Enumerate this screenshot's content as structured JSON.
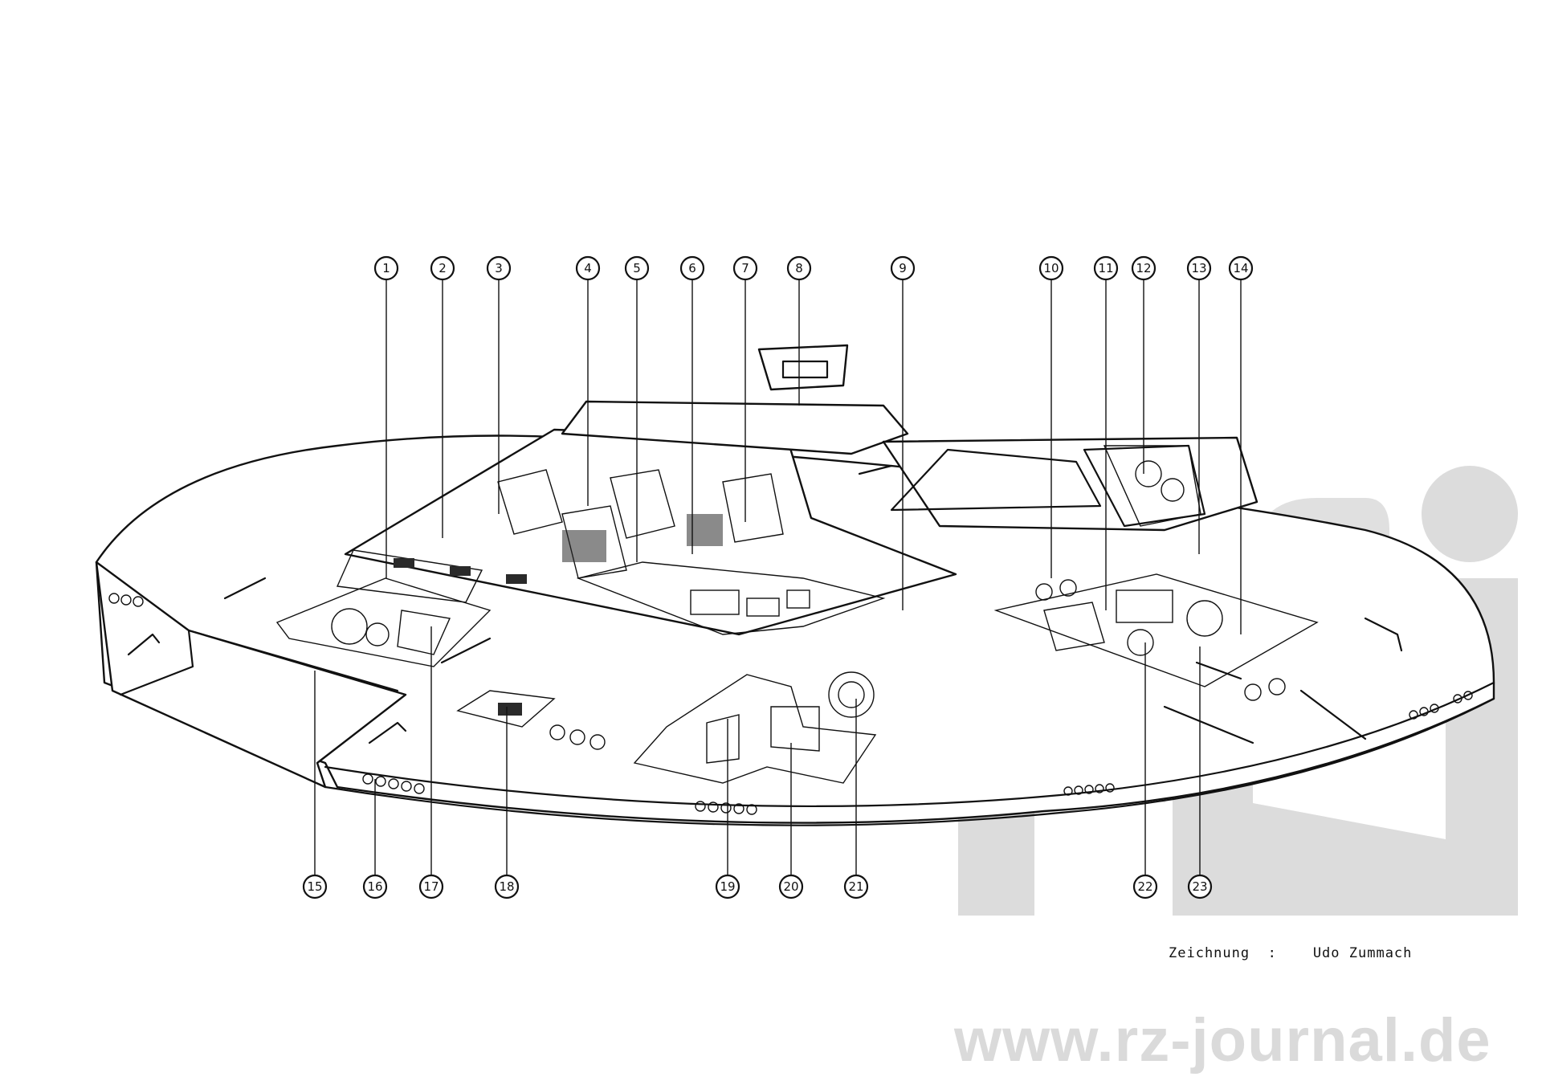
{
  "diagram": {
    "callouts": [
      "1",
      "2",
      "3",
      "4",
      "5",
      "6",
      "7",
      "8",
      "9",
      "10",
      "11",
      "12",
      "13",
      "14",
      "15",
      "16",
      "17",
      "18",
      "19",
      "20",
      "21",
      "22",
      "23"
    ]
  },
  "credit": {
    "label": "Zeichnung",
    "separator": ":",
    "author": "Udo Zummach"
  },
  "watermark": {
    "text": "www.rz-journal.de",
    "color": "#dadada"
  }
}
